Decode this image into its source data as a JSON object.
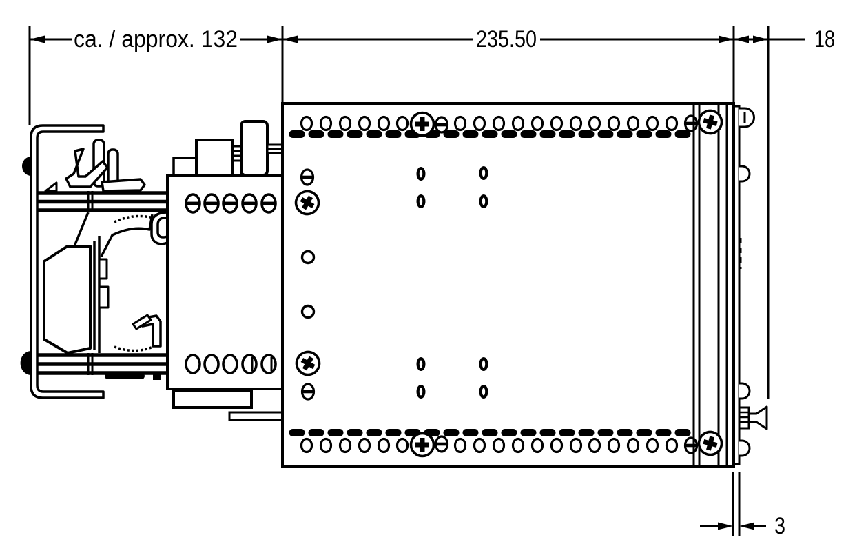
{
  "drawing": {
    "kind": "technical-dimension-drawing",
    "view": "side view of DIN-rail mounted electronic module",
    "line_color": "#000000",
    "background_color": "#ffffff"
  },
  "dimensions": {
    "left": {
      "label": "ca. / approx. 132"
    },
    "body": {
      "label": "235.50"
    },
    "right": {
      "label": "18"
    },
    "plate": {
      "label": "3"
    }
  }
}
